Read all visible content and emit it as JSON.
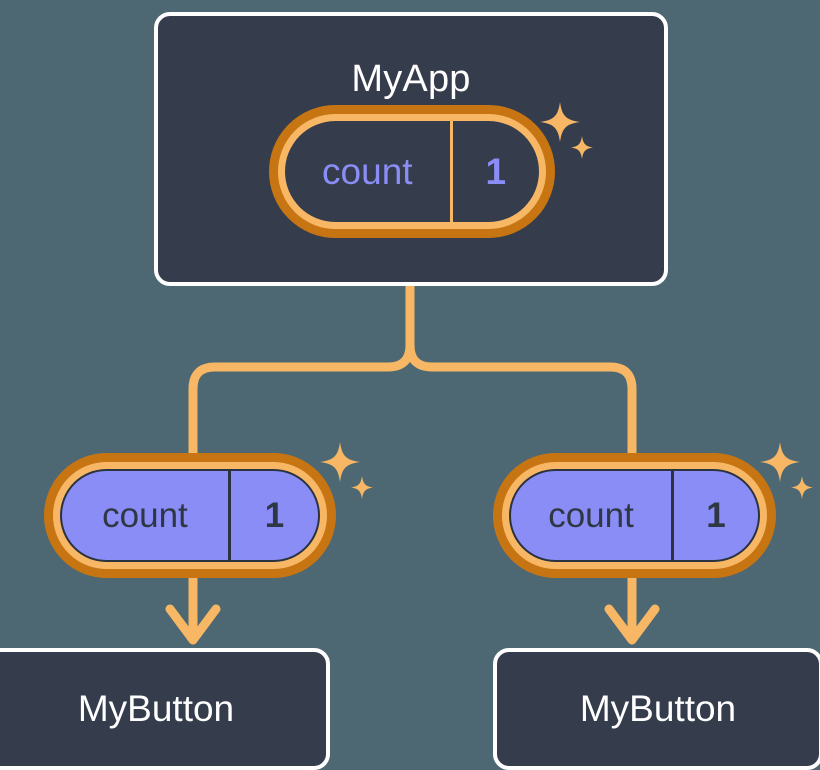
{
  "diagram": {
    "type": "component-state-tree",
    "title": "MyApp",
    "background_color": "#4d6872",
    "palette": {
      "card_fill": "#353c4c",
      "card_border": "#ffffff",
      "pill_outer_ring": "#c77512",
      "pill_inner_ring": "#f7b765",
      "pill_fill_light": "#8a8df5",
      "state_text_dark_card": "#8a8df5",
      "state_text_light_pill": "#2f3745",
      "connector": "#f7b765",
      "sparkle": "#f7b765"
    }
  },
  "nodes": {
    "root": {
      "label": "MyApp",
      "state": {
        "name": "count",
        "value": "1"
      },
      "sparkle_icon": "sparkles-icon"
    },
    "children": [
      {
        "state": {
          "name": "count",
          "value": "1"
        },
        "sparkle_icon": "sparkles-icon",
        "label": "MyButton"
      },
      {
        "state": {
          "name": "count",
          "value": "1"
        },
        "sparkle_icon": "sparkles-icon",
        "label": "MyButton"
      }
    ]
  },
  "connectors": {
    "fork_icon": "fork-connector",
    "arrow_icon": "arrow-down-icon"
  }
}
